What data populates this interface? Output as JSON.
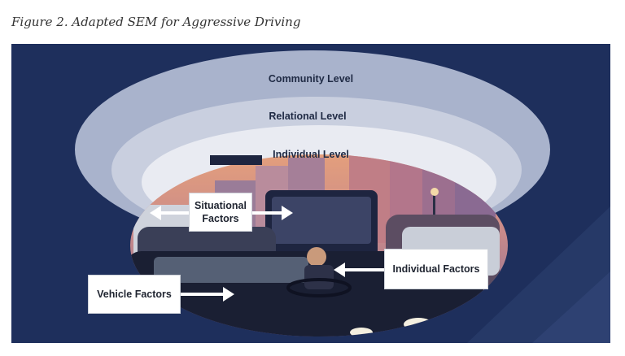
{
  "figure": {
    "caption": "Figure 2. Adapted SEM for Aggressive Driving"
  },
  "levels": {
    "community": "Community Level",
    "relational": "Relational Level",
    "individual": "Individual Level"
  },
  "factors": {
    "situational_line1": "Situational",
    "situational_line2": "Factors",
    "individual": "Individual Factors",
    "vehicle": "Vehicle Factors"
  },
  "colors": {
    "background": "#1e2f5c",
    "community_ring": "#a9b3cc",
    "relational_ring": "#c9cfdf",
    "individual_ring": "#e9ebf2",
    "arrow": "#ffffff"
  }
}
